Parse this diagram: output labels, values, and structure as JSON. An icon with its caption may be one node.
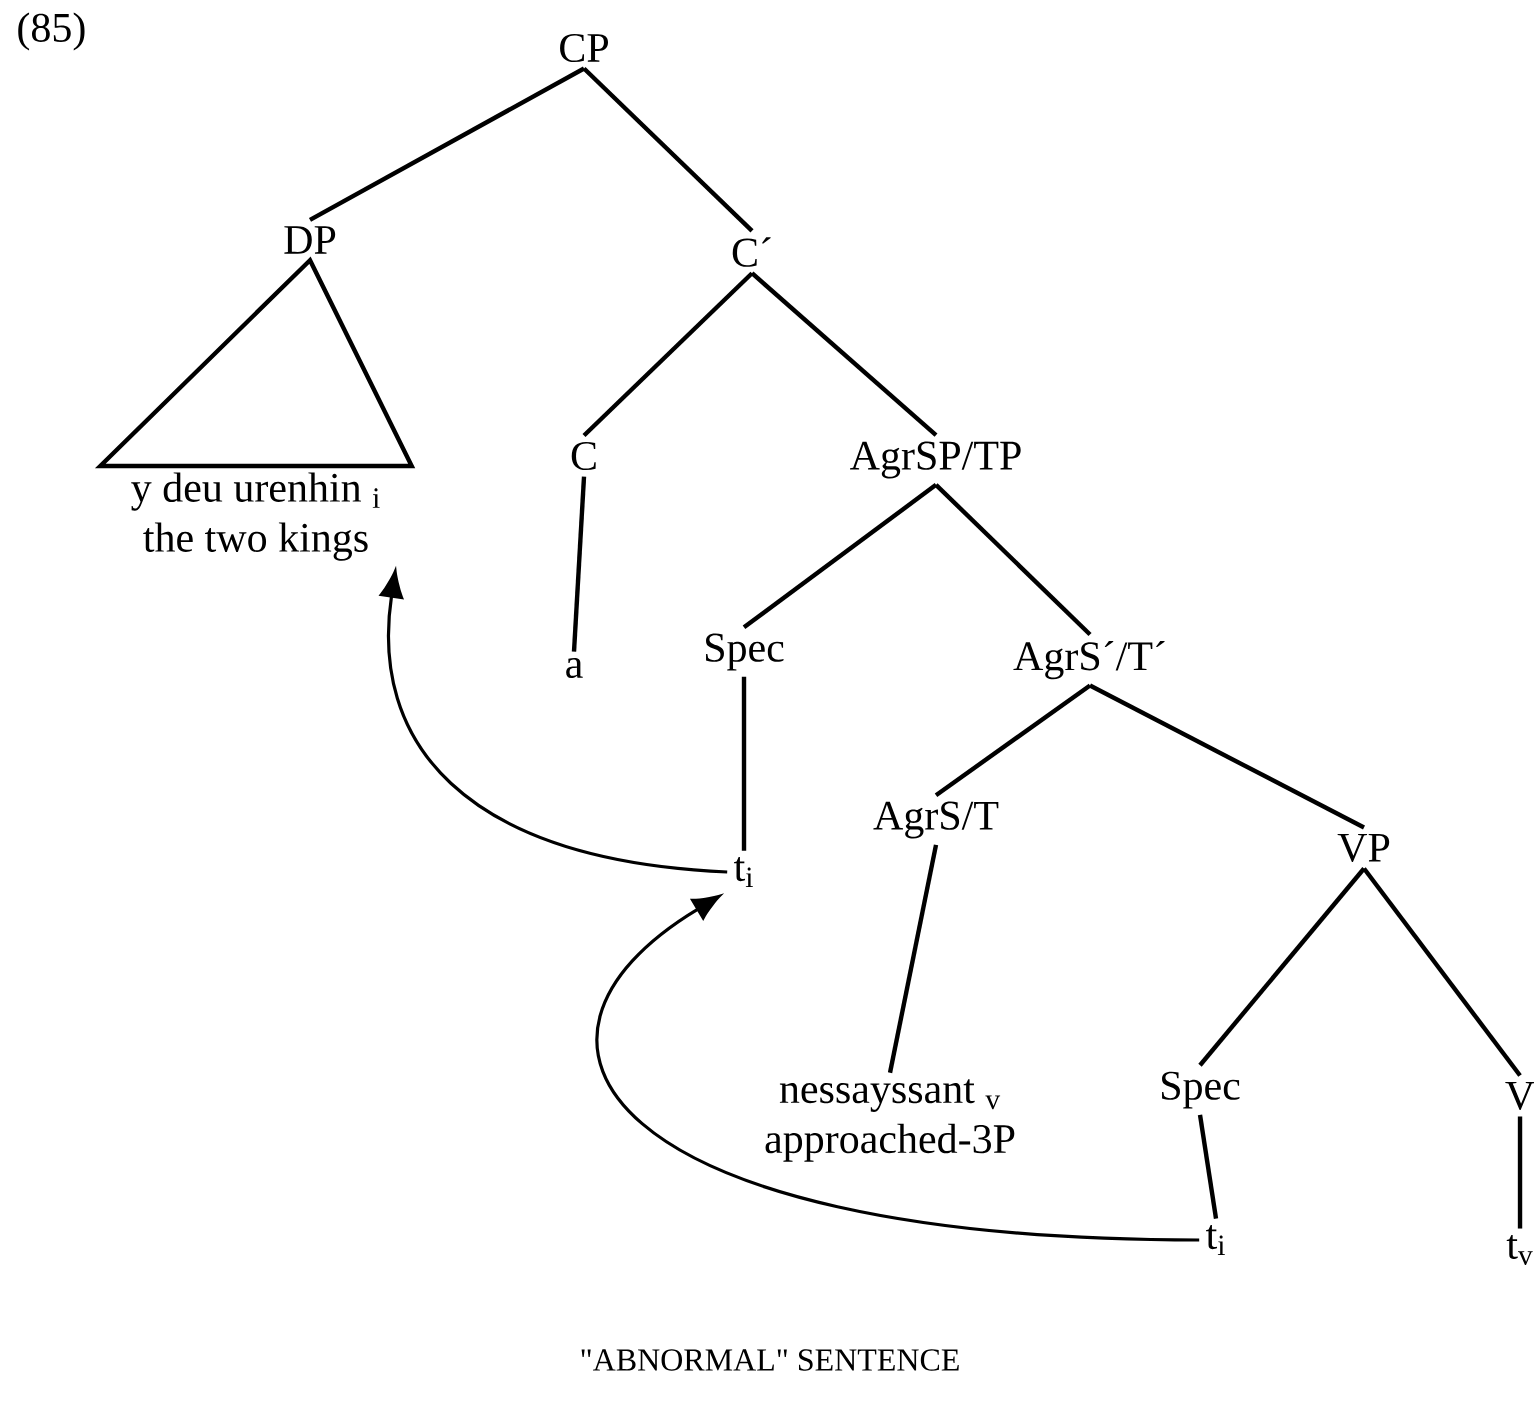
{
  "diagram": {
    "caption": "\"ABNORMAL\" SENTENCE",
    "nodes": [
      {
        "text": [
          "CP"
        ]
      },
      {
        "text": [
          "DP"
        ]
      },
      {
        "text": [
          "C´"
        ]
      },
      {
        "text": [
          "y deu urenhin $_{i}$",
          "the two kings"
        ]
      },
      {
        "text": [
          "C"
        ]
      },
      {
        "text": [
          "a"
        ]
      },
      {
        "text": [
          "AgrSP/TP"
        ]
      },
      {
        "text": [
          "Spec"
        ]
      },
      {
        "text": [
          "AgrS´/T´"
        ]
      },
      {
        "text": [
          "t$_{i}$"
        ]
      },
      {
        "text": [
          "AgrS/T"
        ]
      },
      {
        "text": [
          "VP"
        ]
      },
      {
        "text": [
          "nessayssant $_{v}$",
          "approached-3P"
        ]
      },
      {
        "text": [
          "Spec"
        ]
      },
      {
        "text": [
          "V"
        ]
      },
      {
        "text": [
          "t$_{i}$"
        ]
      },
      {
        "text": [
          "t$_{v}$"
        ]
      }
    ],
    "edges": [
      {
        "from": 0,
        "to": 1,
        "arrow": "none"
      },
      {
        "from": 0,
        "to": 2,
        "arrow": "none"
      },
      {
        "from": 1,
        "to": 3,
        "arrow": "none"
      },
      {
        "from": 2,
        "to": 4,
        "arrow": "none"
      },
      {
        "from": 2,
        "to": 6,
        "arrow": "none"
      },
      {
        "from": 4,
        "to": 5,
        "arrow": "none"
      },
      {
        "from": 6,
        "to": 7,
        "arrow": "none"
      },
      {
        "from": 6,
        "to": 8,
        "arrow": "none"
      },
      {
        "from": 7,
        "to": 9,
        "arrow": "none"
      },
      {
        "from": 8,
        "to": 10,
        "arrow": "none"
      },
      {
        "from": 8,
        "to": 11,
        "arrow": "none"
      },
      {
        "from": 10,
        "to": 12,
        "arrow": "none"
      },
      {
        "from": 11,
        "to": 13,
        "arrow": "none"
      },
      {
        "from": 11,
        "to": 14,
        "arrow": "none"
      },
      {
        "from": 13,
        "to": 15,
        "arrow": "none"
      },
      {
        "from": 14,
        "to": 16,
        "arrow": "none"
      },
      {
        "from": 9,
        "to": 3,
        "arrow": "to"
      },
      {
        "from": 15,
        "to": 9,
        "arrow": "to"
      }
    ],
    "labels": [
      "(85)"
    ]
  }
}
